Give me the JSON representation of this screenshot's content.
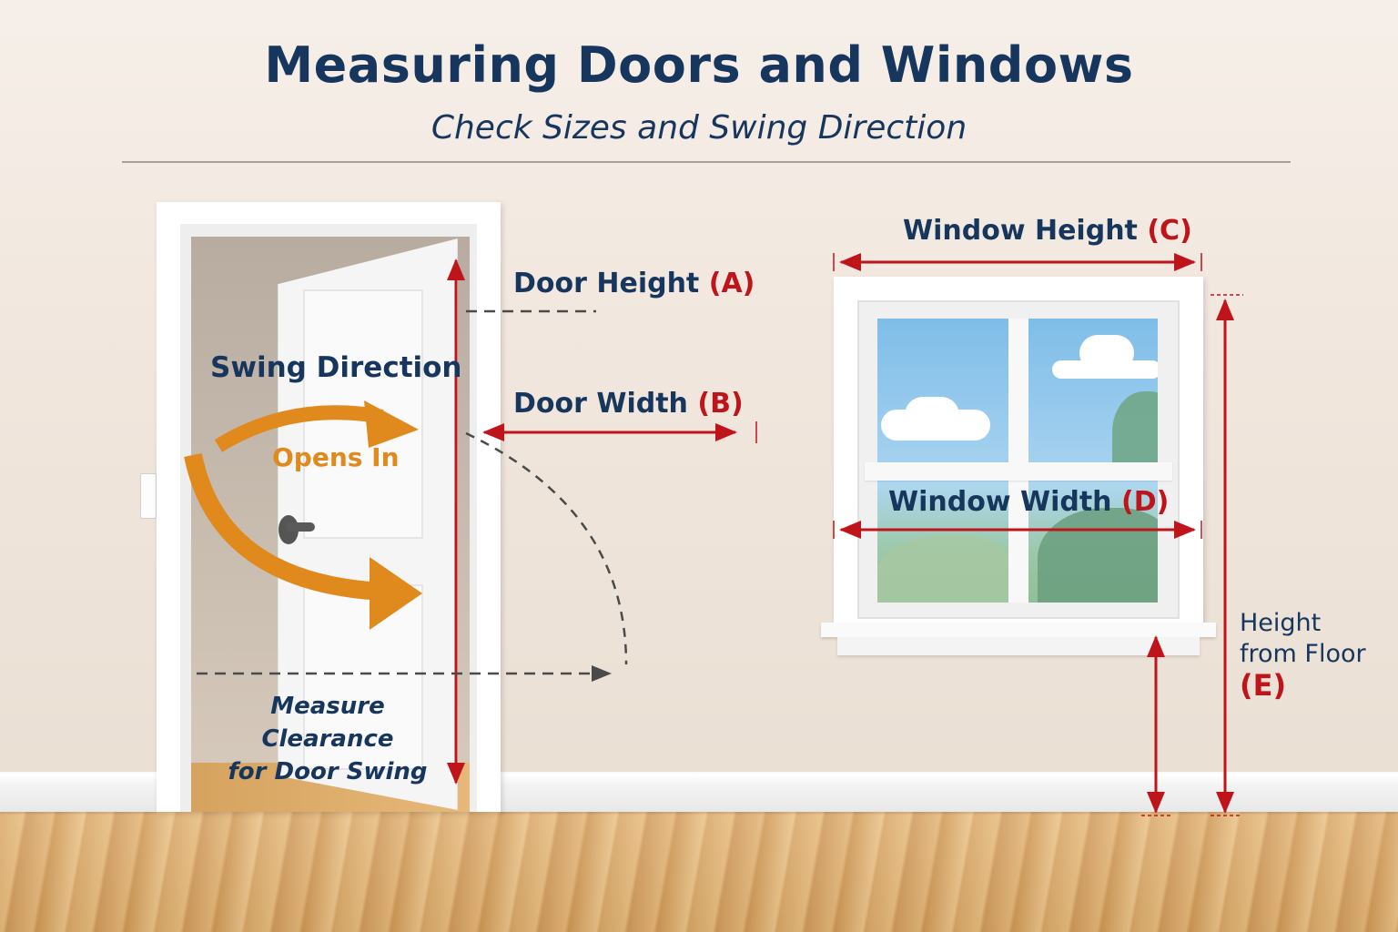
{
  "header": {
    "title": "Measuring Doors and Windows",
    "subtitle": "Check Sizes and Swing Direction"
  },
  "door": {
    "height_label": {
      "text": "Door Height",
      "letter": "(A)"
    },
    "width_label": {
      "text": "Door Width",
      "letter": "(B)"
    },
    "swing_label": "Swing Direction",
    "opens_label": "Opens In",
    "clearance_label": {
      "line1": "Measure Clearance",
      "line2": "for Door Swing"
    }
  },
  "window": {
    "height_label": {
      "text": "Window Height",
      "letter": "(C)"
    },
    "width_label": {
      "text": "Window Width",
      "letter": "(D)"
    },
    "floor_label": {
      "line1": "Height",
      "line2": "from Floor",
      "letter": "(E)"
    }
  },
  "colors": {
    "title": "#17365d",
    "measure_red": "#c0141b",
    "swing_orange": "#e08a1e",
    "dash_gray": "#4a4a4a"
  }
}
